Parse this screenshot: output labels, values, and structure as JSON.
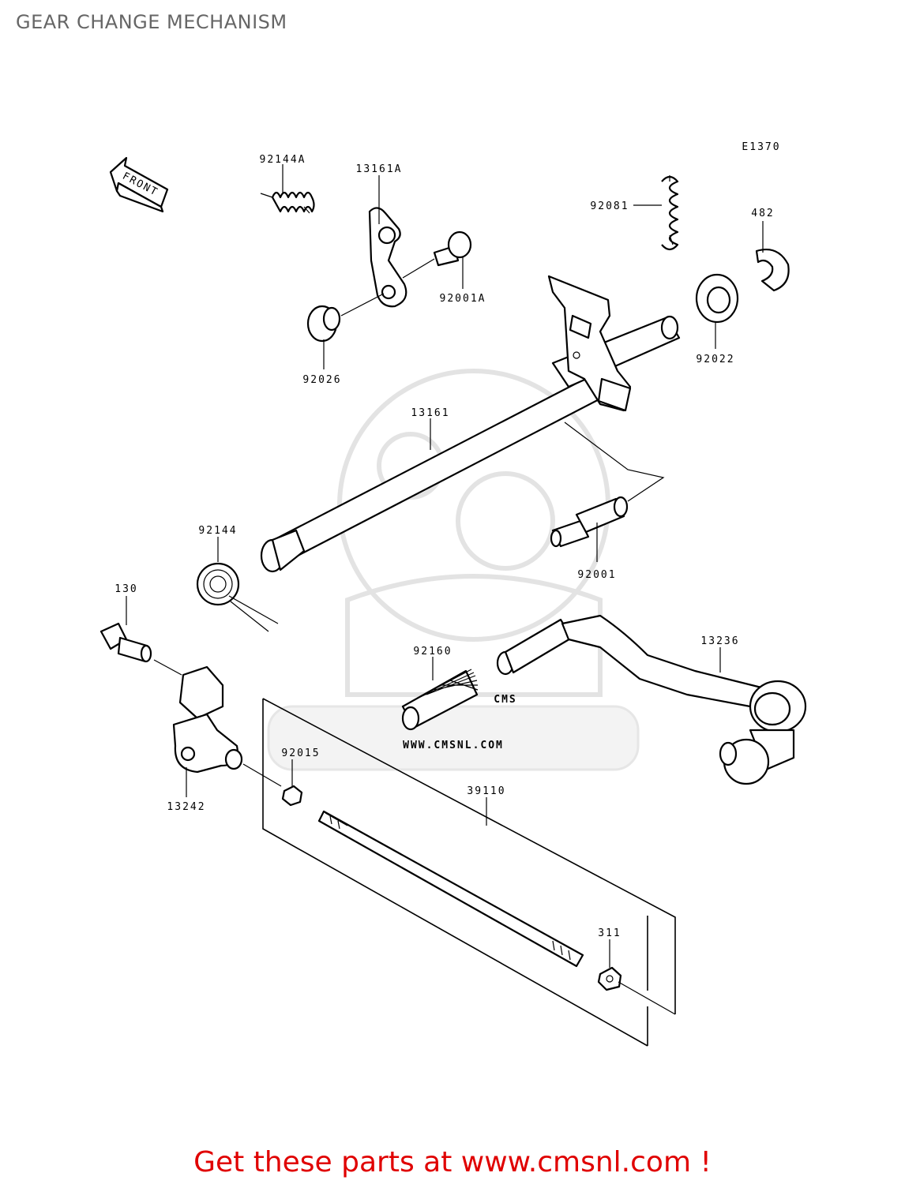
{
  "page": {
    "title": "GEAR CHANGE MECHANISM"
  },
  "diagram": {
    "code": "E1370",
    "front_label": "FRONT",
    "watermark": "WWW.CMSNL.COM",
    "watermark_logo": "CMS",
    "callouts": [
      "92144A",
      "13161A",
      "92081",
      "482",
      "92001A",
      "92026",
      "92022",
      "13161",
      "92144",
      "92001",
      "130",
      "13236",
      "92160",
      "92015",
      "13242",
      "39110",
      "311"
    ]
  },
  "footer": {
    "text": "Get these parts at www.cmsnl.com !"
  },
  "colors": {
    "footer": "#e00000",
    "title": "#666666",
    "watermark": "#e3e3e3"
  }
}
